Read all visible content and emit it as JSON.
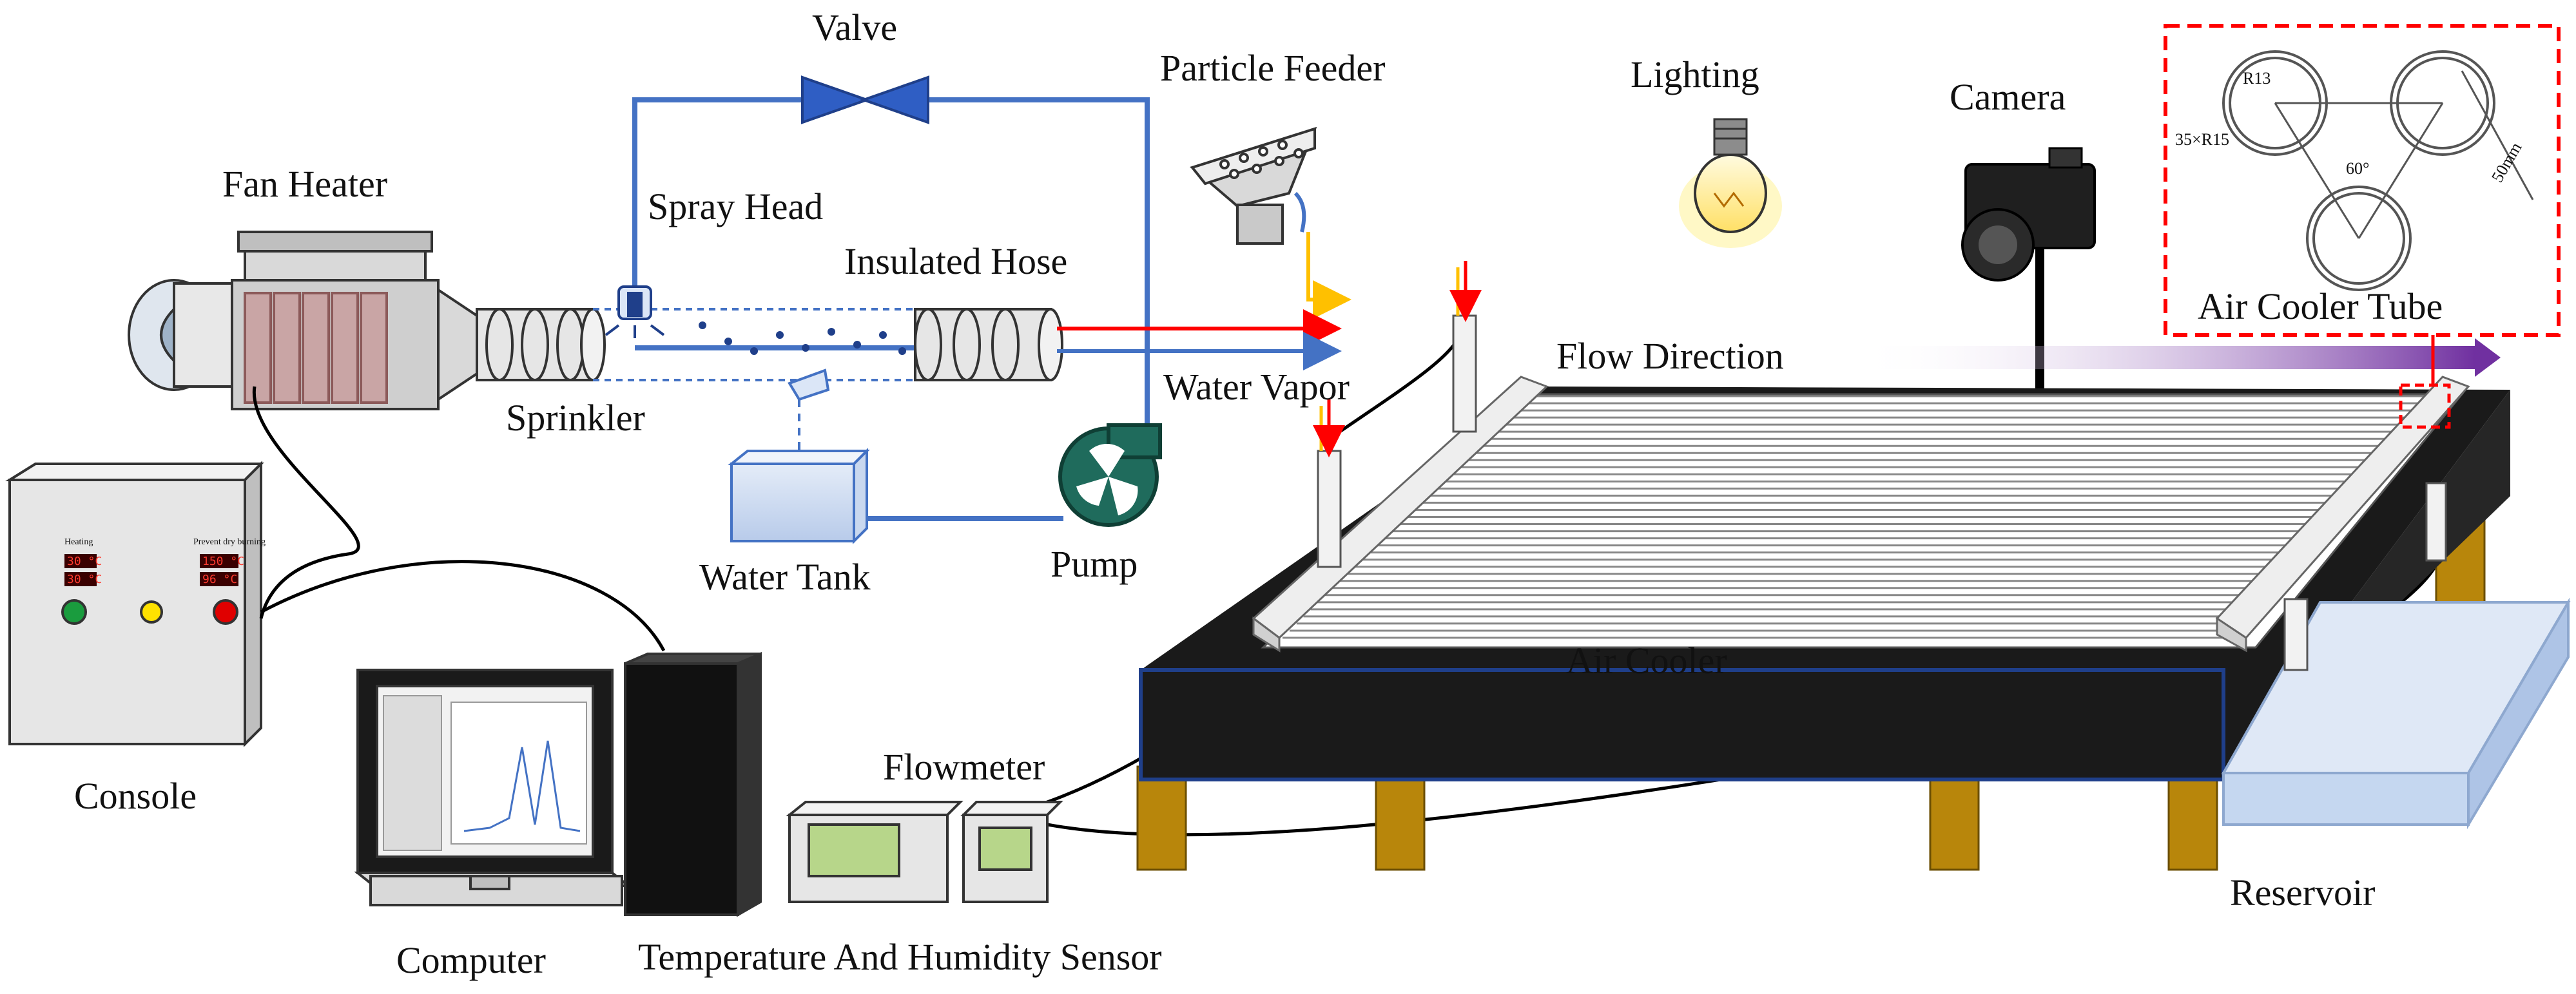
{
  "labels": {
    "valve": "Valve",
    "particle_feeder": "Particle Feeder",
    "lighting": "Lighting",
    "camera": "Camera",
    "fan_heater": "Fan Heater",
    "spray_head": "Spray Head",
    "insulated_hose": "Insulated Hose",
    "sprinkler": "Sprinkler",
    "water_vapor": "Water Vapor",
    "flow_direction": "Flow Direction",
    "water_tank": "Water Tank",
    "pump": "Pump",
    "air_cooler": "Air Cooler",
    "console": "Console",
    "flowmeter": "Flowmeter",
    "computer": "Computer",
    "temp_humidity_sensor": "Temperature And Humidity Sensor",
    "reservoir": "Reservoir"
  },
  "inset": {
    "title": "Air Cooler Tube",
    "r13": "R13",
    "r15": "35×R15",
    "angle": "60°",
    "pitch": "50mm"
  },
  "console_panel": {
    "left_caption": "Heating",
    "right_caption": "Prevent dry burning",
    "readouts": [
      "30 °C",
      "30 °C",
      "150 °C",
      "96 °C"
    ]
  },
  "colors": {
    "pipe_blue": "#4472c4",
    "arrow_red": "#ff0000",
    "arrow_orange": "#ffc000",
    "flow_purple": "#7030a0",
    "inset_border": "#ff0000",
    "pump_teal": "#1f6b5c",
    "cooler_black": "#1a1a1a",
    "leg_gold": "#b8860b",
    "reservoir_blue": "#c5d7f0"
  }
}
